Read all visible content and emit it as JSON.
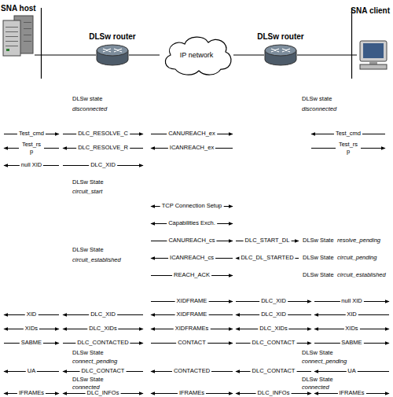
{
  "diagram": {
    "nodes": [
      {
        "text": [
          "SNA host"
        ]
      },
      {
        "text": [
          "DLSw router"
        ]
      },
      {
        "text": [
          "IP network"
        ]
      },
      {
        "text": [
          "DLSw router"
        ]
      },
      {
        "text": [
          "SNA client"
        ]
      }
    ],
    "edges": [
      {
        "from": 0,
        "to": 1,
        "arrow": "none"
      },
      {
        "from": 1,
        "to": 2,
        "arrow": "none"
      },
      {
        "from": 2,
        "to": 3,
        "arrow": "none"
      },
      {
        "from": 3,
        "to": 4,
        "arrow": "none"
      }
    ],
    "labels": [
      "DLSw state",
      "disconnected",
      "DLSw state",
      "disconnected",
      "Test_cmd",
      "DLC_RESOLVE_C",
      "CANUREACH_ex",
      "Test_cmd",
      "Test_rs p",
      "DLC_RESOLVE_R",
      "ICANREACH_ex",
      "Test_rs p",
      "null XID",
      "DLC_XID",
      "DLSw State",
      "circuit_start",
      "TCP Connection Setup",
      "Capabilities Exch.",
      "CANUREACH_cs",
      "DLC_START_DL",
      "DLSw State",
      "resolve_pending",
      "ICANREACH_cs",
      "DLC_DL_STARTED",
      "DLSw State",
      "circuit_pending",
      "DLSw State",
      "circuit_established",
      "REACH_ACK",
      "DLSw State",
      "circuit_established",
      "XIDFRAME",
      "DLC_XID",
      "null XID",
      "XID",
      "DLC_XID",
      "XIDFRAME",
      "DLC_XID",
      "XID",
      "XIDs",
      "DLC_XIDs",
      "XIDFRAMEs",
      "DLC_XIDs",
      "XIDs",
      "SABME",
      "DLC_CONTACTED",
      "CONTACT",
      "DLC_CONTACT",
      "SABME",
      "DLSw State",
      "connect_pending",
      "DLSw State",
      "connect_pending",
      "UA",
      "DLC_CONTACT",
      "CONTACTED",
      "DLC_CONTACT",
      "UA",
      "DLSw State",
      "connected",
      "DLSw State",
      "connected",
      "IFRAMEs",
      "DLC_INFOs",
      "IFRAMEs",
      "DLC_INFOs",
      "IFRAMEs"
    ]
  }
}
